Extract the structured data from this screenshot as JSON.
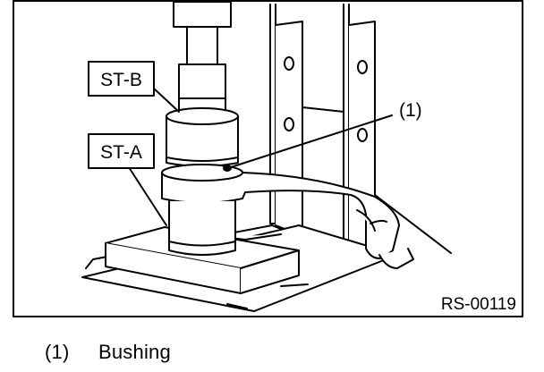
{
  "figure": {
    "labels": {
      "st_b": "ST-B",
      "st_a": "ST-A",
      "callout_1": "(1)",
      "figure_code": "RS-00119"
    }
  },
  "caption": {
    "number": "(1)",
    "text": "Bushing"
  }
}
